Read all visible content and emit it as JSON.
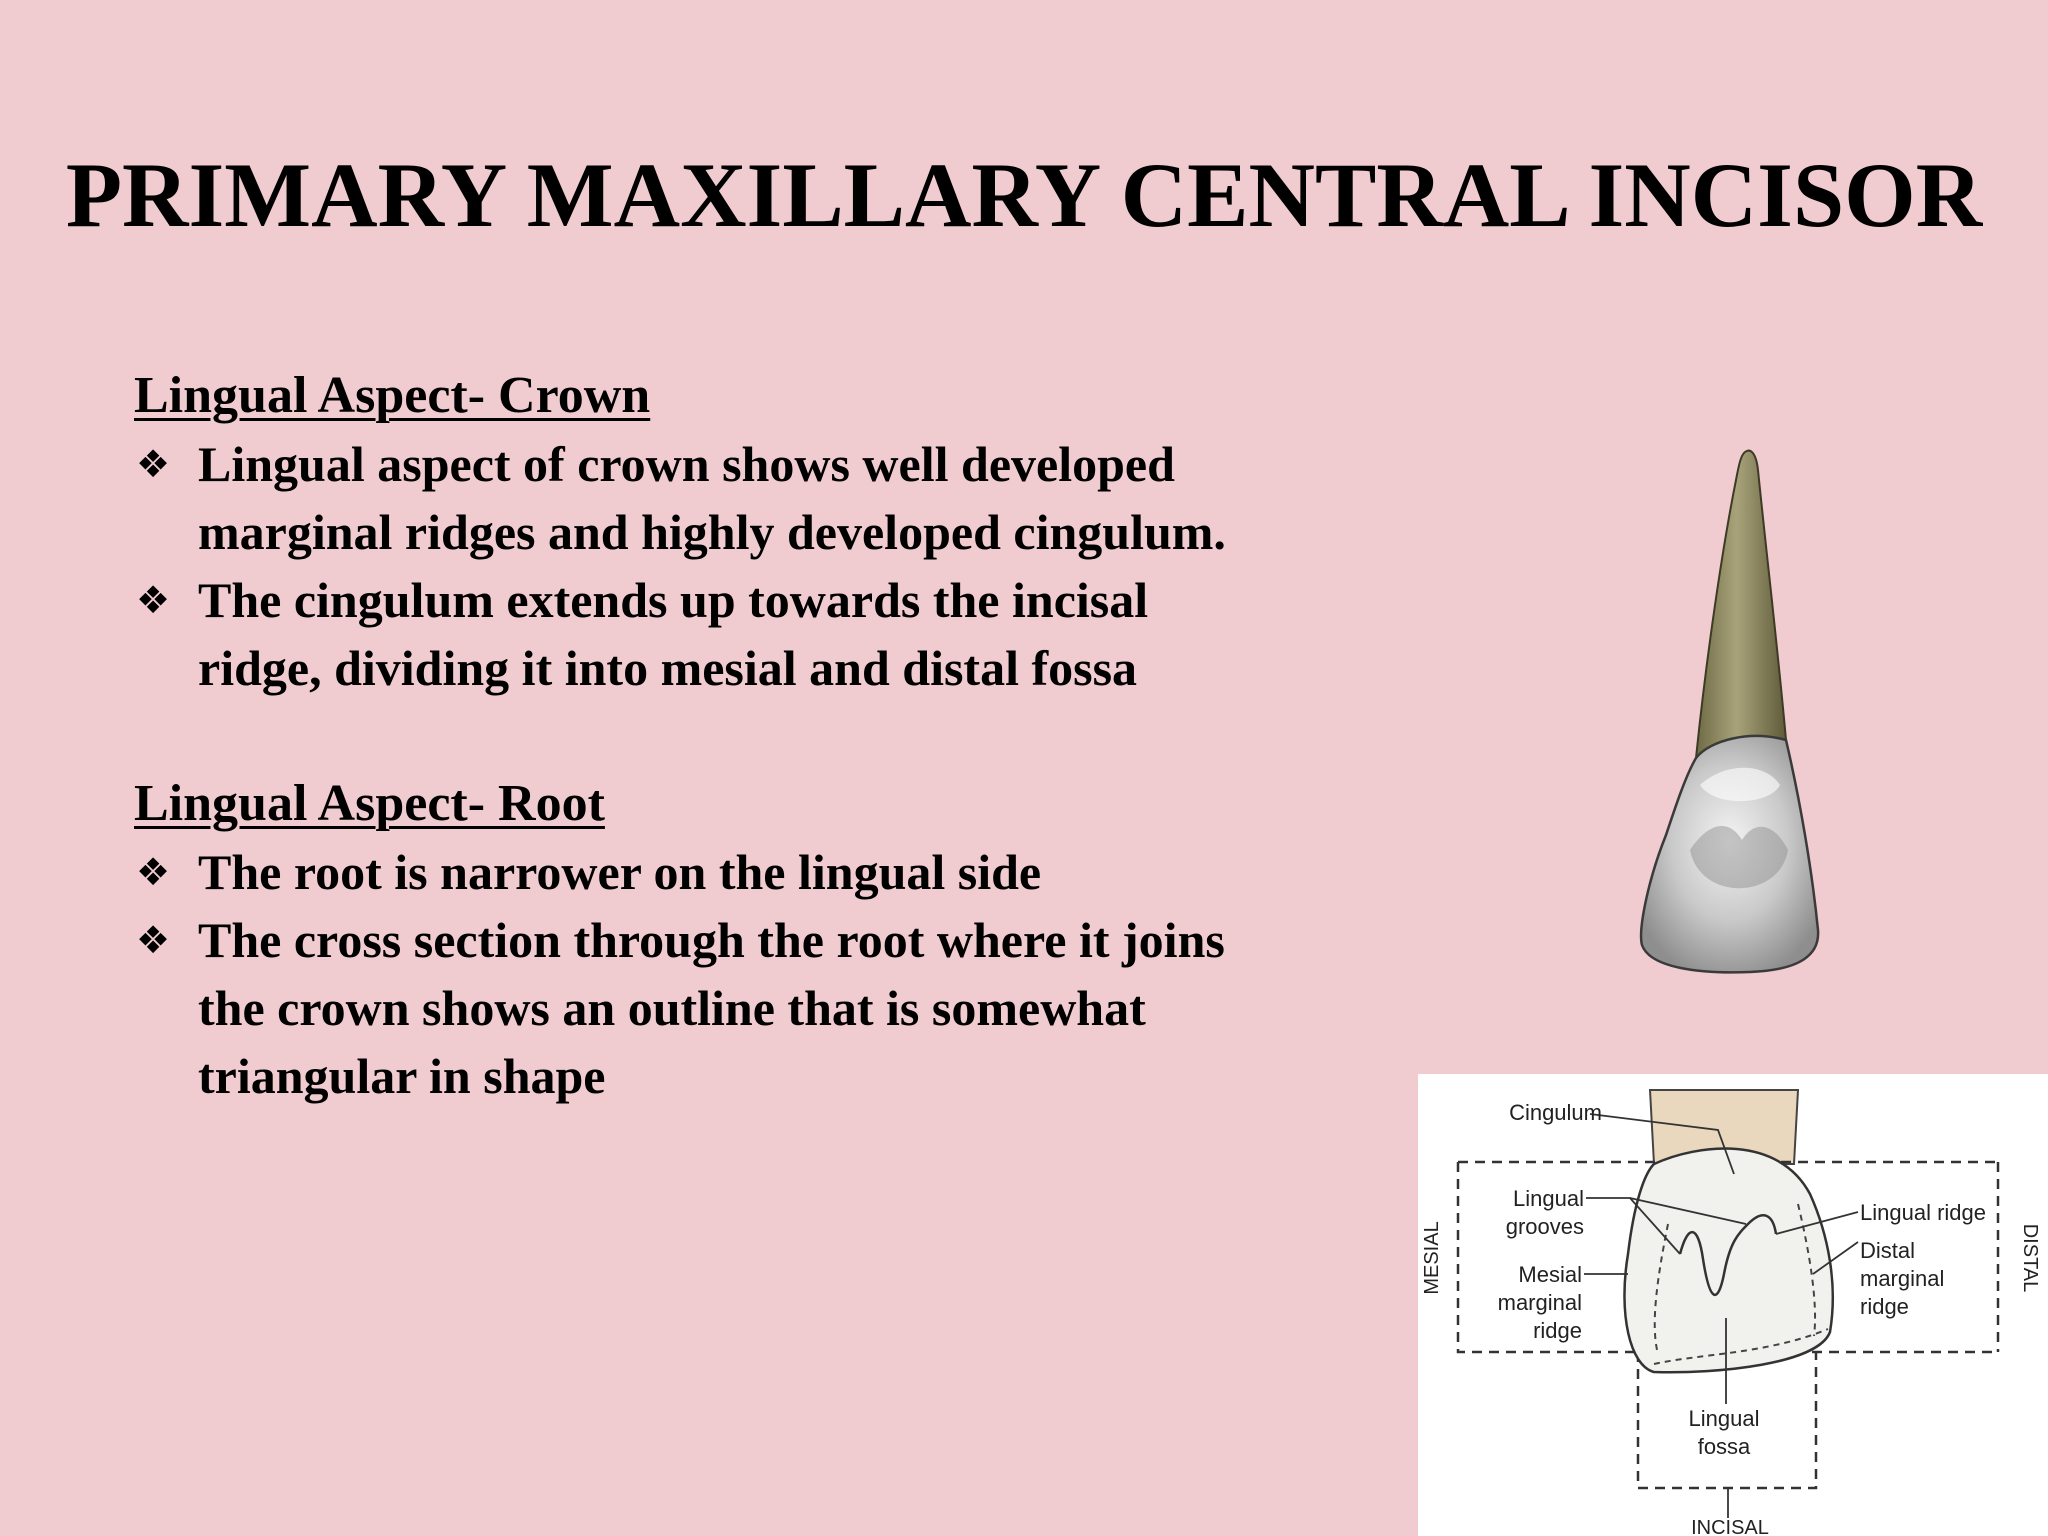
{
  "slide": {
    "title": "PRIMARY MAXILLARY CENTRAL INCISOR",
    "background_color": "#f0cbd0",
    "sections": [
      {
        "heading": "Lingual Aspect- Crown",
        "bullets": [
          [
            "Lingual aspect of crown shows well developed",
            "marginal ridges and highly developed cingulum."
          ],
          [
            "The cingulum extends up towards the incisal",
            "ridge, dividing it into mesial and distal fossa"
          ]
        ]
      },
      {
        "heading": "Lingual Aspect- Root",
        "bullets": [
          [
            "The root is narrower on the lingual side"
          ],
          [
            "The cross section through the root where it joins",
            "the crown shows an outline that is somewhat",
            "triangular in shape"
          ]
        ]
      }
    ],
    "bullet_glyph": "❖"
  },
  "diagram": {
    "labels": {
      "cingulum": "Cingulum",
      "lingual_grooves": [
        "Lingual",
        "grooves"
      ],
      "mesial_marginal_ridge": [
        "Mesial",
        "marginal",
        "ridge"
      ],
      "lingual_ridge": "Lingual ridge",
      "distal_marginal_ridge": [
        "Distal",
        "marginal",
        "ridge"
      ],
      "lingual_fossa": [
        "Lingual",
        "fossa"
      ],
      "mesial": "MESIAL",
      "distal": "DISTAL",
      "incisal": "INCISAL"
    }
  }
}
